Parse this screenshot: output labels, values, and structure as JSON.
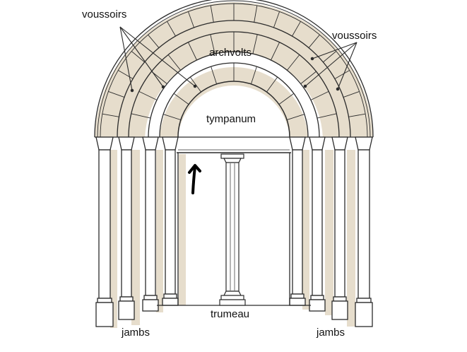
{
  "labels": {
    "voussoirs_left": "voussoirs",
    "voussoirs_right": "voussoirs",
    "archvolts": "archvolts",
    "tympanum": "tympanum",
    "trumeau": "trumeau",
    "jambs_left": "jambs",
    "jambs_right": "jambs"
  },
  "colors": {
    "line": "#2b2b2b",
    "shadow": "#e6ddcc",
    "background": "#ffffff",
    "marker": "#000000"
  },
  "icons": {
    "annotation": "hand-drawn-arrow-icon"
  }
}
